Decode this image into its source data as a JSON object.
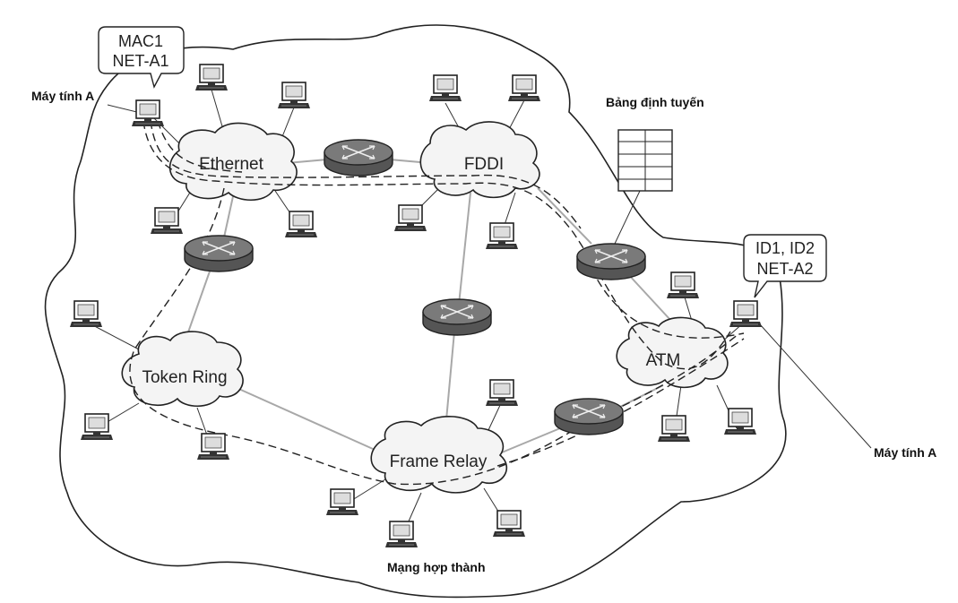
{
  "labels": {
    "computer_a_left": "Máy tính A",
    "computer_a_right": "Máy tính A",
    "routing_table": "Bảng định tuyến",
    "internet": "Mạng hợp thành"
  },
  "callouts": {
    "left": {
      "line1": "MAC1",
      "line2": "NET-A1"
    },
    "right": {
      "line1": "ID1, ID2",
      "line2": "NET-A2"
    }
  },
  "networks": {
    "ethernet": "Ethernet",
    "fddi": "FDDI",
    "token_ring": "Token Ring",
    "frame_relay": "Frame Relay",
    "atm": "ATM"
  },
  "routers": [
    "router-ethernet-fddi",
    "router-ethernet-tokenring",
    "router-fddi-framerelay",
    "router-fddi-atm",
    "router-framerelay-atm"
  ],
  "colors": {
    "router_fill": "#6b6b6b",
    "line": "#222222",
    "link": "#a8a8a8"
  }
}
